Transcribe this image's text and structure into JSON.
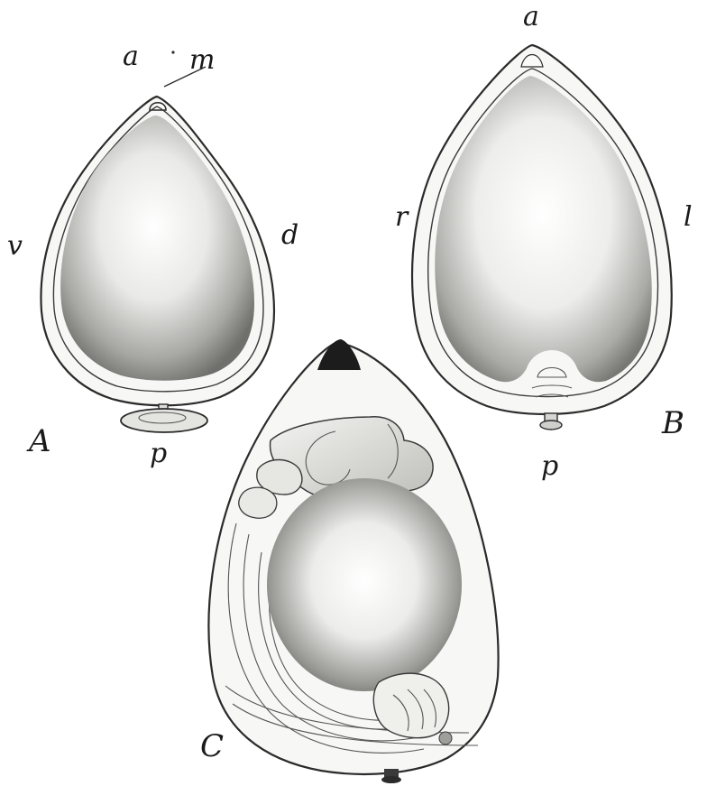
{
  "figure": {
    "panels": {
      "A": {
        "panel_label": "A",
        "labels": {
          "anterior": "a",
          "micropyle": "m",
          "ventral": "v",
          "dorsal": "d",
          "posterior": "p"
        }
      },
      "B": {
        "panel_label": "B",
        "labels": {
          "anterior": "a",
          "right": "r",
          "left": "l",
          "posterior": "p"
        }
      },
      "C": {
        "panel_label": "C"
      }
    }
  }
}
